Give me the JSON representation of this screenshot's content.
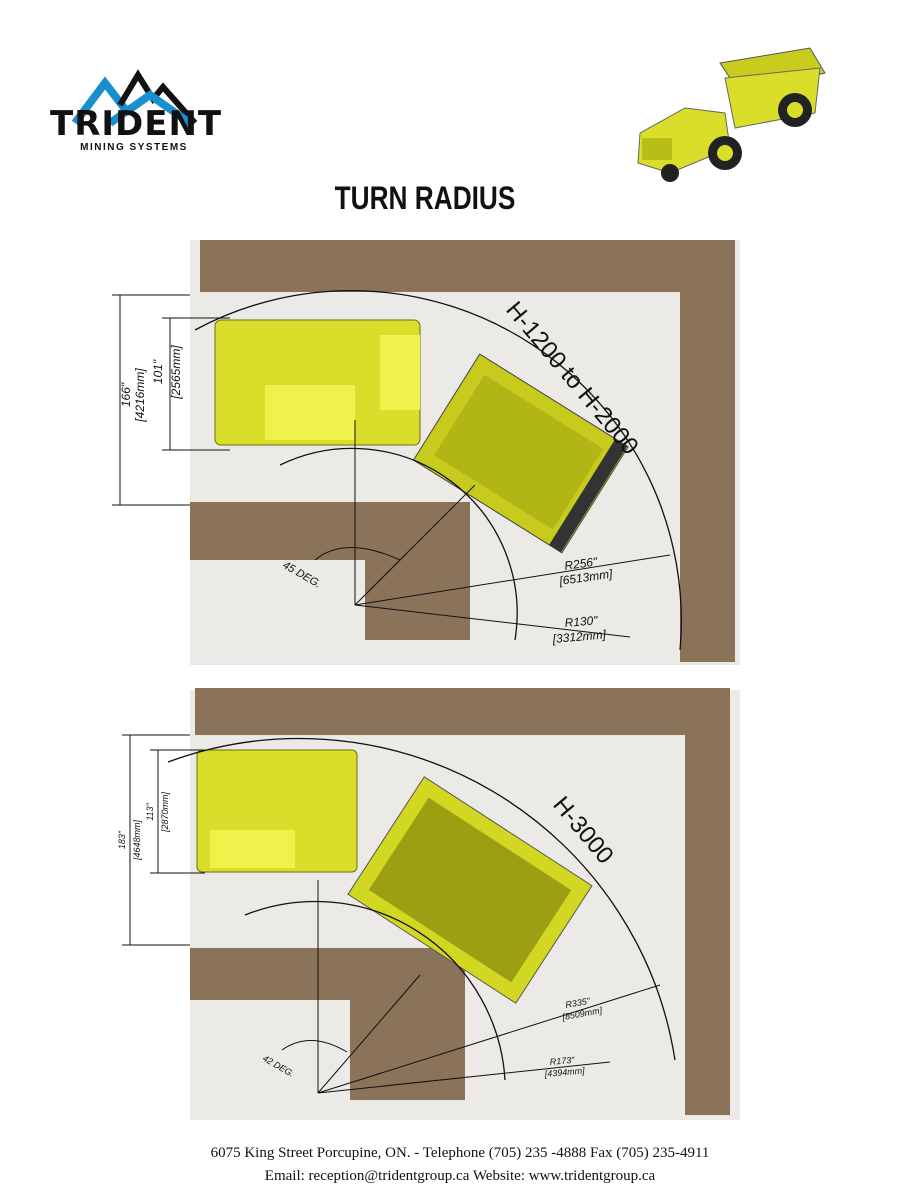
{
  "logo": {
    "name": "TRIDENT",
    "subtitle": "MINING SYSTEMS",
    "accent": "#1a8fd0"
  },
  "title": "TURN RADIUS",
  "diagrams": [
    {
      "model": "H-1200 to H-2000",
      "width_outer": "166\"",
      "width_outer_mm": "[4216mm]",
      "width_inner": "101\"",
      "width_inner_mm": "[2565mm]",
      "angle": "45 DEG.",
      "outer_radius": "R256\"",
      "outer_radius_mm": "[6513mm]",
      "inner_radius": "R130\"",
      "inner_radius_mm": "[3312mm]"
    },
    {
      "model": "H-3000",
      "width_outer": "183\"",
      "width_outer_mm": "[4648mm]",
      "width_inner": "113\"",
      "width_inner_mm": "[2870mm]",
      "angle": "42 DEG.",
      "outer_radius": "R335\"",
      "outer_radius_mm": "[8509mm]",
      "inner_radius": "R173\"",
      "inner_radius_mm": "[4394mm]"
    }
  ],
  "footer": {
    "line1": "6075 King Street Porcupine, ON. - Telephone (705) 235 -4888  Fax (705) 235-4911",
    "line2": "Email: reception@tridentgroup.ca  Website: www.tridentgroup.ca"
  },
  "colors": {
    "truck": "#d9de2a",
    "dirt": "#8a7358",
    "ground": "#e9e7e4"
  }
}
